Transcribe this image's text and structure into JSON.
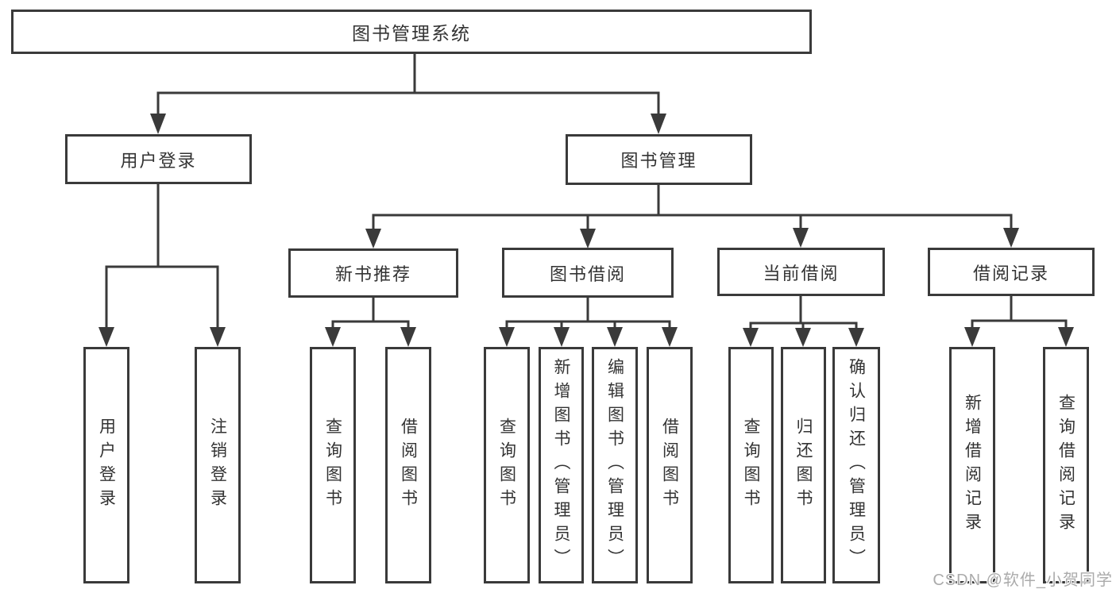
{
  "nodes": {
    "root": "图书管理系统",
    "user_login": "用户登录",
    "book_management": "图书管理",
    "new_book_recommend": "新书推荐",
    "book_borrowing": "图书借阅",
    "current_borrowing": "当前借阅",
    "borrowing_records": "借阅记录",
    "leaf_user_login": "用户登录",
    "leaf_logout": "注销登录",
    "leaf_query_books_recommend": "查询图书",
    "leaf_borrow_books_recommend": "借阅图书",
    "leaf_query_books_borrowing": "查询图书",
    "leaf_add_books_admin": "新增图书（管理员）",
    "leaf_edit_books_admin": "编辑图书（管理员）",
    "leaf_borrow_books_borrowing": "借阅图书",
    "leaf_query_books_current": "查询图书",
    "leaf_return_books": "归还图书",
    "leaf_confirm_return_admin": "确认归还（管理员）",
    "leaf_add_borrow_record": "新增借阅记录",
    "leaf_query_borrow_record": "查询借阅记录"
  },
  "watermark": {
    "text": "CSDN @软件_小贺同学"
  },
  "colors": {
    "line": "#3a3a3a",
    "text": "#333333",
    "watermark_text": "#ababab",
    "background": "#ffffff"
  }
}
